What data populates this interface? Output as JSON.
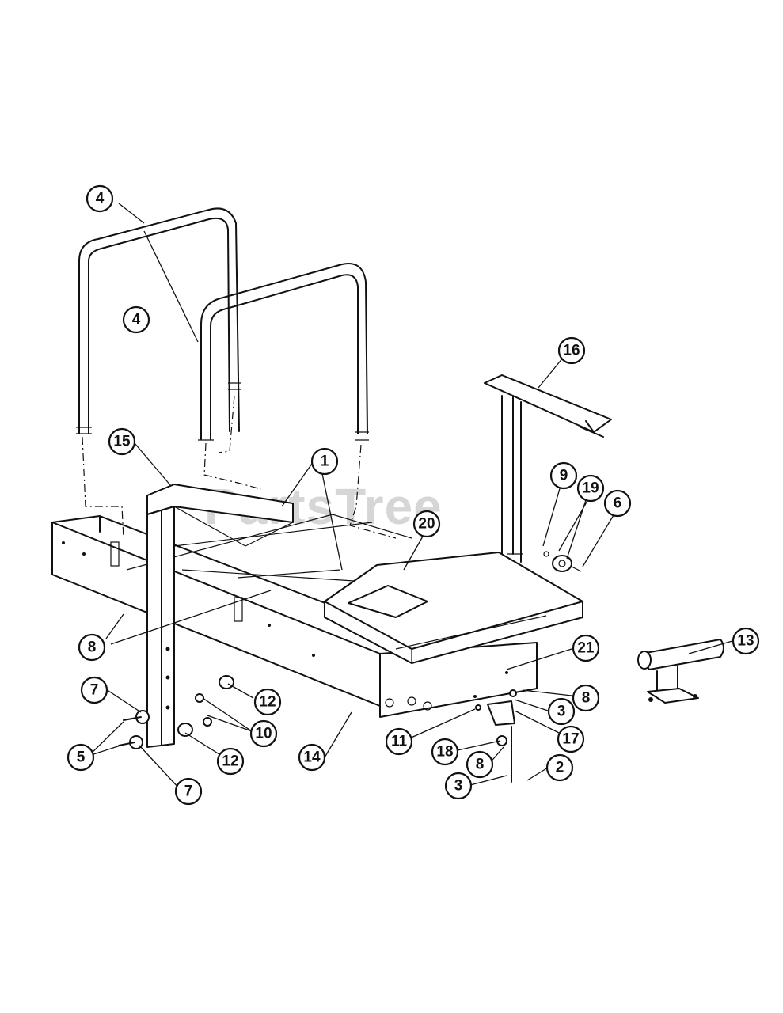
{
  "watermark": "PartsTree",
  "callouts": [
    {
      "id": "c4a",
      "label": "4"
    },
    {
      "id": "c4b",
      "label": "4"
    },
    {
      "id": "c16",
      "label": "16"
    },
    {
      "id": "c15",
      "label": "15"
    },
    {
      "id": "c1",
      "label": "1"
    },
    {
      "id": "c9",
      "label": "9"
    },
    {
      "id": "c19",
      "label": "19"
    },
    {
      "id": "c6",
      "label": "6"
    },
    {
      "id": "c20",
      "label": "20"
    },
    {
      "id": "c8a",
      "label": "8"
    },
    {
      "id": "c13",
      "label": "13"
    },
    {
      "id": "c21",
      "label": "21"
    },
    {
      "id": "c7a",
      "label": "7"
    },
    {
      "id": "c12a",
      "label": "12"
    },
    {
      "id": "c8b",
      "label": "8"
    },
    {
      "id": "c3a",
      "label": "3"
    },
    {
      "id": "c10",
      "label": "10"
    },
    {
      "id": "c5",
      "label": "5"
    },
    {
      "id": "c11",
      "label": "11"
    },
    {
      "id": "c17",
      "label": "17"
    },
    {
      "id": "c14",
      "label": "14"
    },
    {
      "id": "c12b",
      "label": "12"
    },
    {
      "id": "c18",
      "label": "18"
    },
    {
      "id": "c2",
      "label": "2"
    },
    {
      "id": "c8c",
      "label": "8"
    },
    {
      "id": "c7b",
      "label": "7"
    },
    {
      "id": "c3b",
      "label": "3"
    }
  ]
}
